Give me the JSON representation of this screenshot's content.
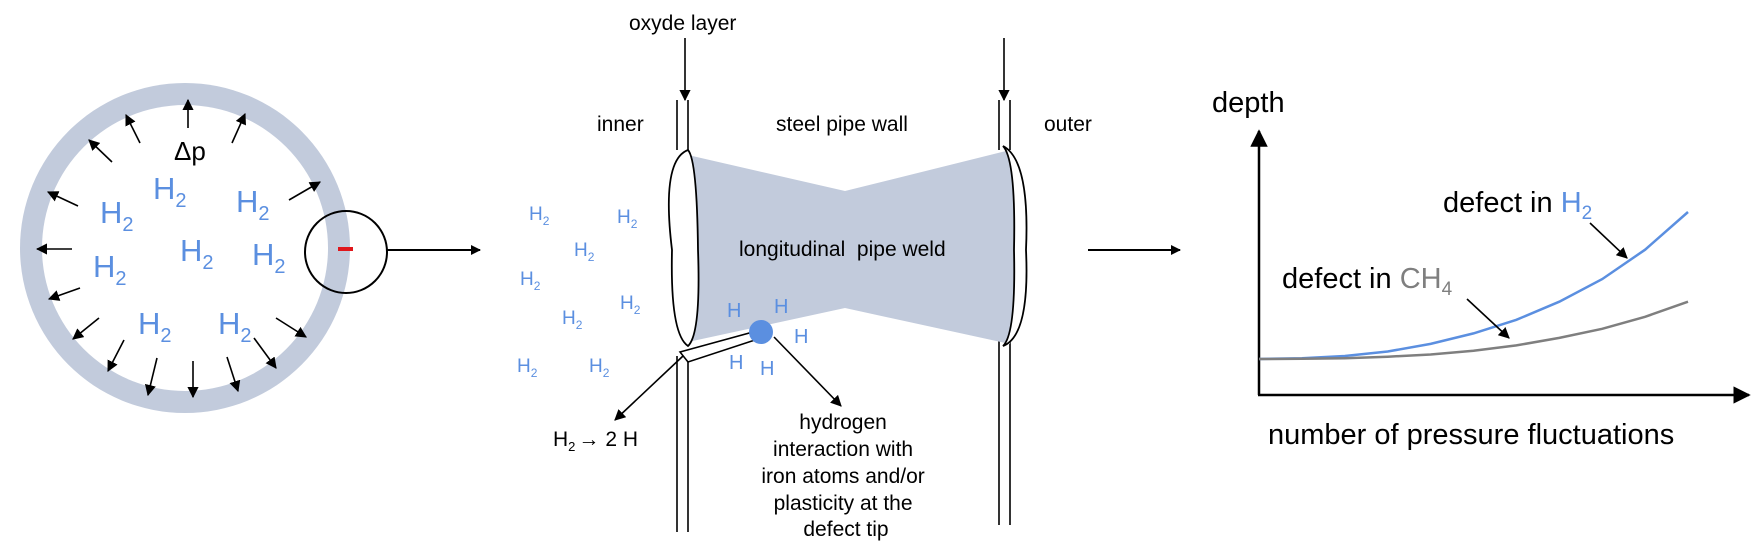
{
  "colors": {
    "pipe": "#c2cbdc",
    "h2_text": "#5b8fe0",
    "ch4_text": "#7f7f7f",
    "defect_mark": "#e0161b",
    "atom": "#5b8fe0"
  },
  "panel1": {
    "pressure_label": "Δp",
    "h2_label": "H",
    "h2_sub": "2"
  },
  "panel2": {
    "oxide_label": "oxyde layer",
    "inner_label": "inner",
    "wall_label": "steel pipe wall",
    "outer_label": "outer",
    "weld_label": "longitudinal  pipe weld",
    "h_atom_label": "H",
    "dissociation": {
      "left": "H",
      "sub": "2",
      "arrow": "→",
      "right": "2 H"
    },
    "interaction_lines": [
      "hydrogen",
      "interaction with",
      "iron atoms and/or",
      "plasticity at the",
      "defect tip"
    ]
  },
  "panel3": {
    "y_label": "depth",
    "x_label": "number of pressure fluctuations",
    "h2_prefix": "defect in ",
    "h2_gas": "H",
    "h2_sub": "2",
    "ch4_prefix": "defect in ",
    "ch4_gas": "CH",
    "ch4_sub": "4"
  },
  "chart_data": {
    "type": "line",
    "title": "",
    "xlabel": "number of pressure fluctuations",
    "ylabel": "depth",
    "x": [
      0,
      1,
      2,
      3,
      4,
      5,
      6,
      7,
      8,
      9,
      10
    ],
    "series": [
      {
        "name": "defect in H2",
        "color": "#5b8fe0",
        "values": [
          0,
          0.1,
          0.4,
          1.0,
          2.0,
          3.4,
          5.2,
          7.6,
          10.6,
          14.5,
          19.5
        ]
      },
      {
        "name": "defect in CH4",
        "color": "#7f7f7f",
        "values": [
          0,
          0.02,
          0.1,
          0.3,
          0.6,
          1.1,
          1.8,
          2.8,
          4.0,
          5.6,
          7.6
        ]
      }
    ]
  }
}
